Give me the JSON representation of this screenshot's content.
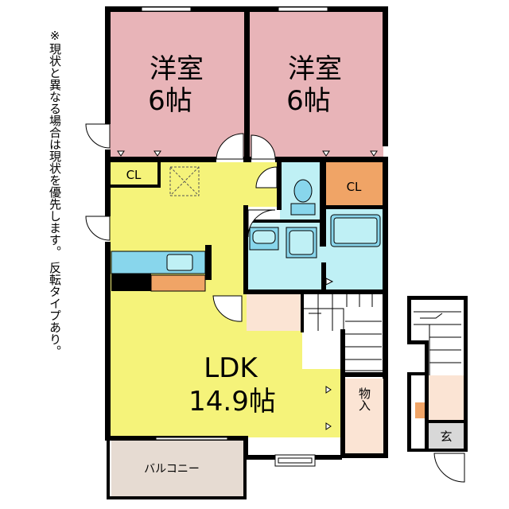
{
  "note": "※現状と異なる場合は現状を優先します。 反転タイプあり。",
  "rooms": {
    "western1": {
      "name": "洋室",
      "size": "6帖"
    },
    "western2": {
      "name": "洋室",
      "size": "6帖"
    },
    "closet1": "CL",
    "closet2": "CL",
    "ldk": {
      "name": "LDK",
      "size": "14.9帖"
    },
    "storage": "物入",
    "entrance": "玄",
    "balcony": "バルコニー"
  },
  "colors": {
    "western": "#e8b4b8",
    "ldk": "#f5f37a",
    "closet": "#f0a466",
    "wet": "#bff0f5",
    "fixture": "#88d6ec",
    "hall": "#fbe4d4",
    "balcony": "#e6dbd2",
    "entrance": "#d8d8d8",
    "wall": "#000000"
  }
}
